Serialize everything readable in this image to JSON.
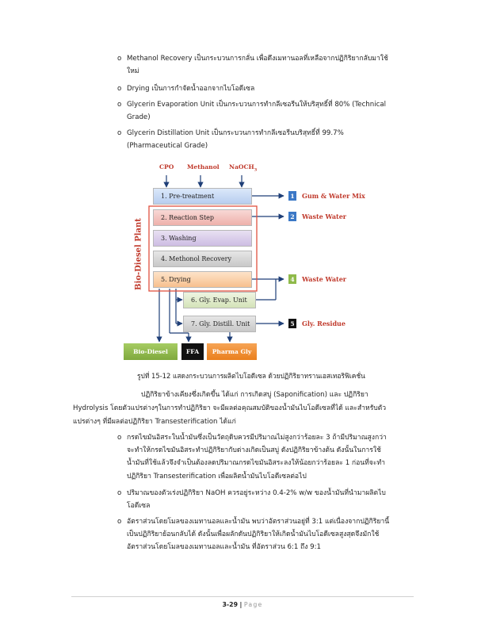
{
  "top_bullets": [
    {
      "mark": "o",
      "lines": [
        "Methanol Recovery เป็นกระบวนการกลั่น เพื่อดึงเมทานอลที่เหลือจากปฏิกิริยากลับมาใช้",
        "ใหม่"
      ]
    },
    {
      "mark": "o",
      "lines": [
        "Drying เป็นการกำจัดน้ำออกจากไบโอดีเซล"
      ]
    },
    {
      "mark": "o",
      "lines": [
        "Glycerin Evaporation Unit เป็นกระบวนการทำกลีเซอรีนให้บริสุทธิ์ที่ 80% (Technical",
        "Grade)"
      ]
    },
    {
      "mark": "o",
      "lines": [
        "Glycerin Distillation Unit เป็นกระบวนการทำกลีเซอรีนบริสุทธิ์ที่ 99.7%",
        "(Pharmaceutical Grade)"
      ]
    }
  ],
  "diagram": {
    "inputs": [
      "CPO",
      "Methanol",
      "NaOCH",
      "3"
    ],
    "side_label": "Bio-Diesel Plant",
    "steps": [
      "1. Pre-treatment",
      "2. Reaction Step",
      "3. Washing",
      "4. Methonol Recovery",
      "5. Drying",
      "6. Gly. Evap. Unit",
      "7. Gly. Distill. Unit"
    ],
    "outputs": [
      {
        "num": "1",
        "label": "Gum & Water Mix"
      },
      {
        "num": "2",
        "label": "Waste Water"
      },
      {
        "num": "4",
        "label": "Waste Water"
      },
      {
        "num": "5",
        "label": "Gly. Residue"
      }
    ],
    "products": [
      "Bio-Diesel",
      "FFA",
      "Pharma Gly"
    ]
  },
  "caption": "รูปที่ 15-12 แสดงกระบวนการผลิตไบโอดีเซล ด้วยปฏิกิริยาทรานเอสเทอริฟิเคชั่น",
  "paragraph": {
    "line1": "ปฏิกิริยาข้างเคียงซึ่งเกิดขึ้น ได้แก่ การเกิดสบู่ (Saponification)        และ ปฏิกิริยา",
    "line2": "Hydrolysis โดยตัวแปรต่างๆในการทำปฏิกิริยา จะมีผลต่อคุณสมบัติของน้ำมันไบโอดีเซลที่ได้ และสำหรับตัว",
    "line3": "แปรต่างๆ ที่มีผลต่อปฏิกิริยา Transesterification ได้แก่"
  },
  "bottom_bullets": [
    {
      "mark": "o",
      "lines": [
        "กรดไขมันอิสระในน้ำมันซึ่งเป็นวัตถุดิบควรมีปริมาณไม่สูงกว่าร้อยละ 3 ถ้ามีปริมาณสูงกว่า",
        "จะทำให้กรดไขมันอิสระทำปฏิกิริยากับด่างเกิดเป็นสบู่ ดังปฏิกิริยาข้างต้น ดังนั้นในการใช้",
        "น้ำมันที่ใช้แล้วจึงจำเป็นต้องลดปริมาณกรดไขมันอิสระลงให้น้อยกว่าร้อยละ 1 ก่อนที่จะทำ",
        "ปฏิกิริยา Transesterification เพื่อผลิตน้ำมันไบโอดีเซลต่อไป"
      ]
    },
    {
      "mark": "o",
      "lines": [
        "ปริมาณของตัวเร่งปฏิกิริยา NaOH ควรอยู่ระหว่าง 0.4-2%  w/w  ของน้ำมันที่นำมาผลิตไบ",
        "โอดีเซล"
      ]
    },
    {
      "mark": "o",
      "lines": [
        "อัตราส่วนโดยโมลของเมทานอลและน้ำมัน พบว่าอัตราส่วนอยู่ที่ 3:1 แต่เนื่องจากปฏิกิริยานี้",
        "เป็นปฏิกิริยาย้อนกลับได้ ดังนั้นเพื่อผลักดันปฏิกิริยาให้เกิดน้ำมันไบโอดีเซลสูงสุดจึงมักใช้",
        "อัตราส่วนโดยโมลของเมทานอลและน้ำมัน ที่อัตราส่วน 6:1 ถึง 9:1"
      ]
    }
  ],
  "footer": {
    "page": "3-29",
    "sep": "|",
    "word": "Page"
  },
  "colors": {
    "pretreat": "#c9dcf5",
    "reaction": "#f4c7c3",
    "washing": "#dcd0ec",
    "methanol": "#d8d8d8",
    "drying": "#fbd7b5",
    "evap": "#e2eccf",
    "distill": "#d8d8d8",
    "plant_border": "#e0503f",
    "accent_red": "#c0392b",
    "num_blue": "#3b78c6",
    "biodiesel": "#8fba4a",
    "ffa": "#111111",
    "pharma": "#f18d2f"
  }
}
